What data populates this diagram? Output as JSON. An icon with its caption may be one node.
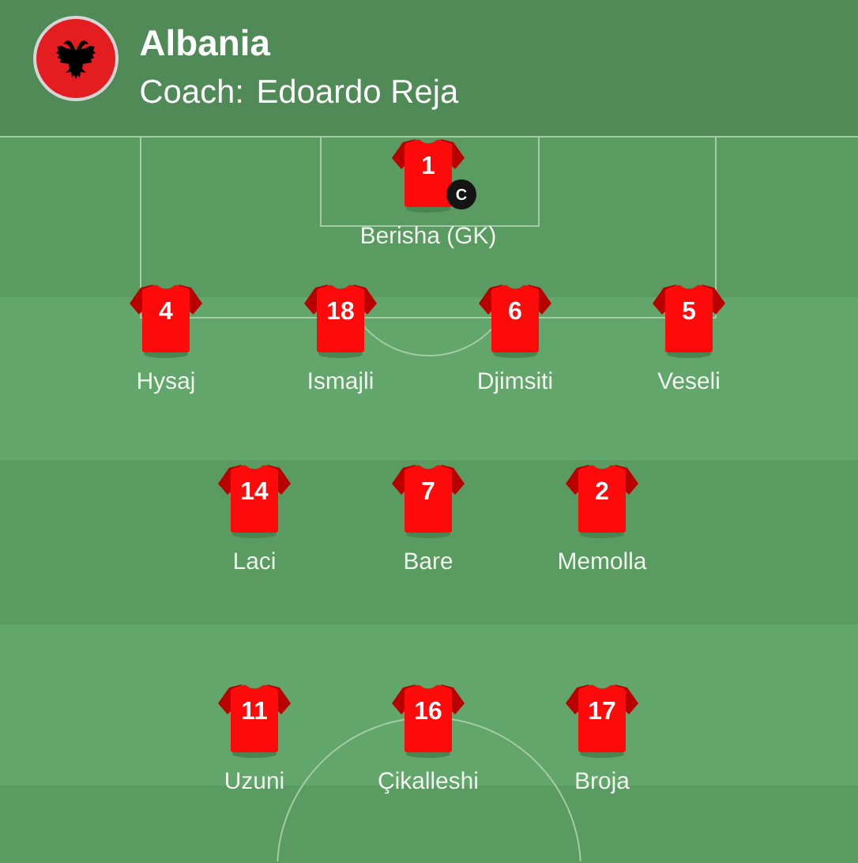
{
  "diagram": {
    "title": "Albania",
    "nodes": [
      {
        "text": [
          "1"
        ],
        "beside": [
          "Berisha (GK)",
          "C"
        ]
      },
      {
        "text": [
          "4"
        ],
        "beside": [
          "Hysaj"
        ]
      },
      {
        "text": [
          "18"
        ],
        "beside": [
          "Ismajli"
        ]
      },
      {
        "text": [
          "6"
        ],
        "beside": [
          "Djimsiti"
        ]
      },
      {
        "text": [
          "5"
        ],
        "beside": [
          "Veseli"
        ]
      },
      {
        "text": [
          "14"
        ],
        "beside": [
          "Laci"
        ]
      },
      {
        "text": [
          "7"
        ],
        "beside": [
          "Bare"
        ]
      },
      {
        "text": [
          "2"
        ],
        "beside": [
          "Memolla"
        ]
      },
      {
        "text": [
          "11"
        ],
        "beside": [
          "Uzuni"
        ]
      },
      {
        "text": [
          "16"
        ],
        "beside": [
          "Çikalleshi"
        ]
      },
      {
        "text": [
          "17"
        ],
        "beside": [
          "Broja"
        ]
      }
    ],
    "labels": [
      "Coach: Edoardo Reja"
    ]
  }
}
